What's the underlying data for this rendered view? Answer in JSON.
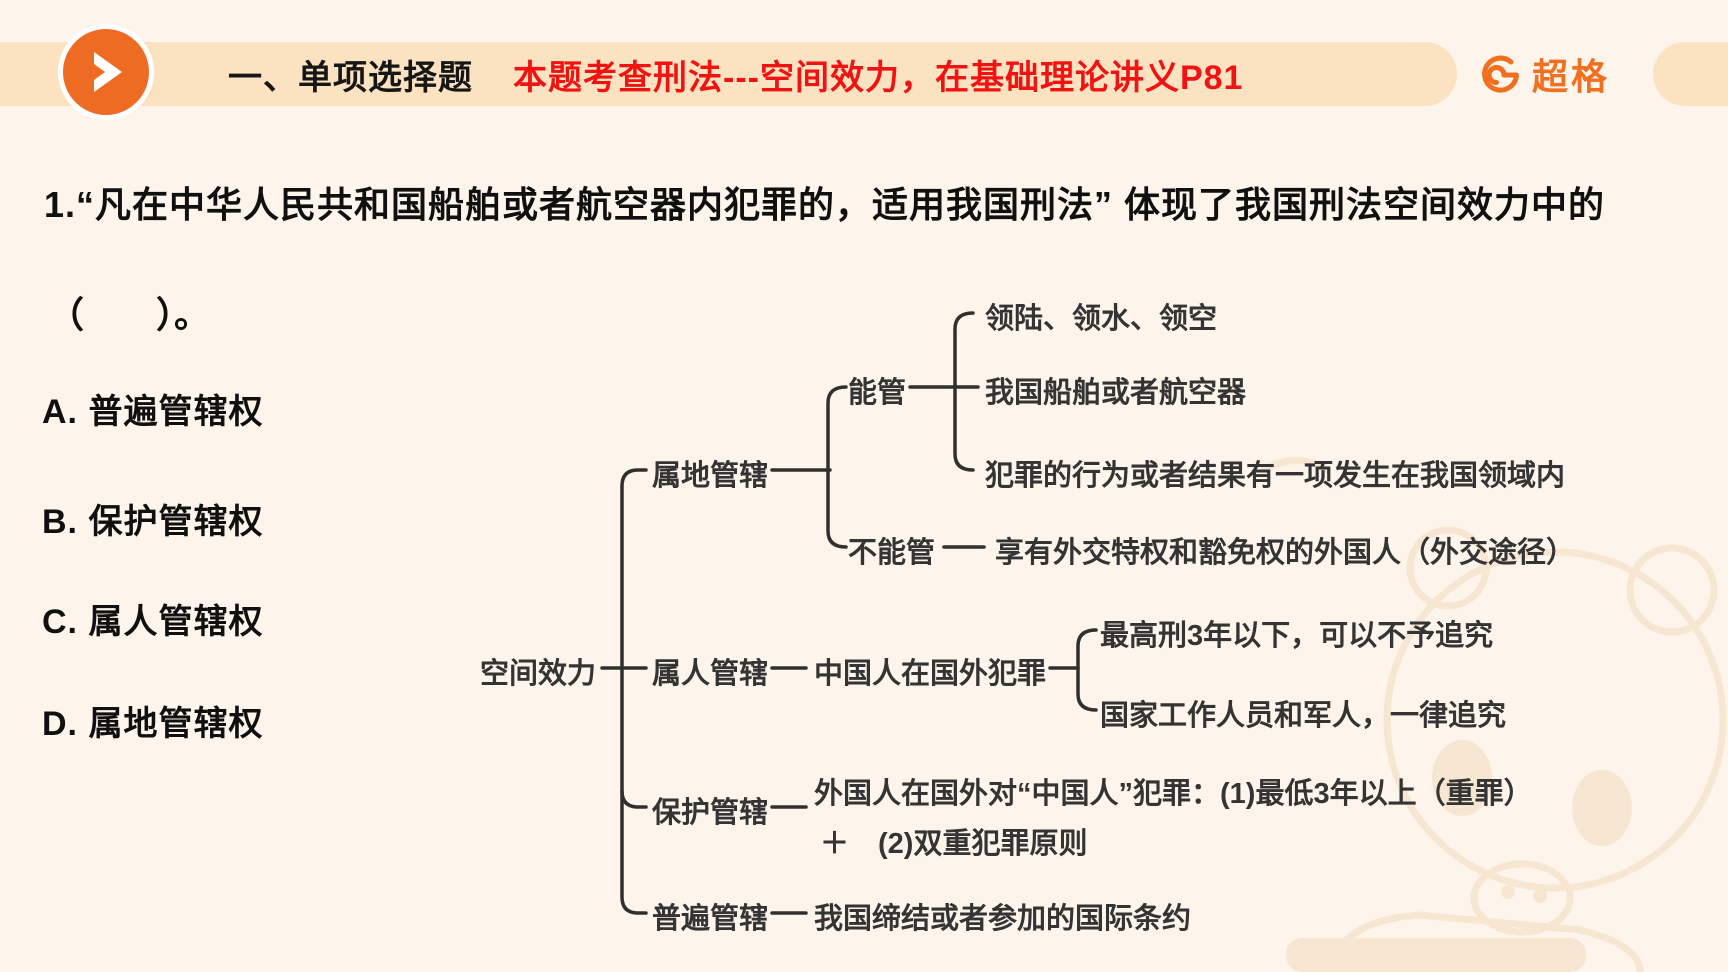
{
  "header": {
    "section_title": "一、单项选择题",
    "topic_highlight": "本题考查刑法---空间效力，在基础理论讲义P81",
    "brand_name": "超格"
  },
  "question": {
    "stem_line1": "1.“凡在中华人民共和国船舶或者航空器内犯罪的，适用我国刑法” 体现了我国刑法空间效力中的",
    "stem_line2": "（　　）。",
    "options": [
      "A. 普遍管辖权",
      "B. 保护管辖权",
      "C. 属人管辖权",
      "D. 属地管辖权"
    ]
  },
  "diagram": {
    "root": "空间效力",
    "territorial": {
      "label": "属地管辖",
      "can": "能管",
      "can_items": [
        "领陆、领水、领空",
        "我国船舶或者航空器",
        "犯罪的行为或者结果有一项发生在我国领域内"
      ],
      "cannot": "不能管",
      "cannot_item": "享有外交特权和豁免权的外国人（外交途径）"
    },
    "personal": {
      "label": "属人管辖",
      "condition": "中国人在国外犯罪",
      "items": [
        "最高刑3年以下，可以不予追究",
        "国家工作人员和军人，一律追究"
      ]
    },
    "protective": {
      "label": "保护管辖",
      "rule_line1": "外国人在国外对“中国人”犯罪：(1)最低3年以上（重罪）",
      "rule_line2": "＋　(2)双重犯罪原则"
    },
    "universal": {
      "label": "普遍管辖",
      "item": "我国缔结或者参加的国际条约"
    }
  },
  "colors": {
    "accent_orange": "#EE6B23",
    "logo_orange": "#F0701F",
    "highlight_red": "#F11212",
    "band_peach": "#FBE2C1",
    "page_cream": "#FDF5EB",
    "diagram_text": "#343434"
  }
}
